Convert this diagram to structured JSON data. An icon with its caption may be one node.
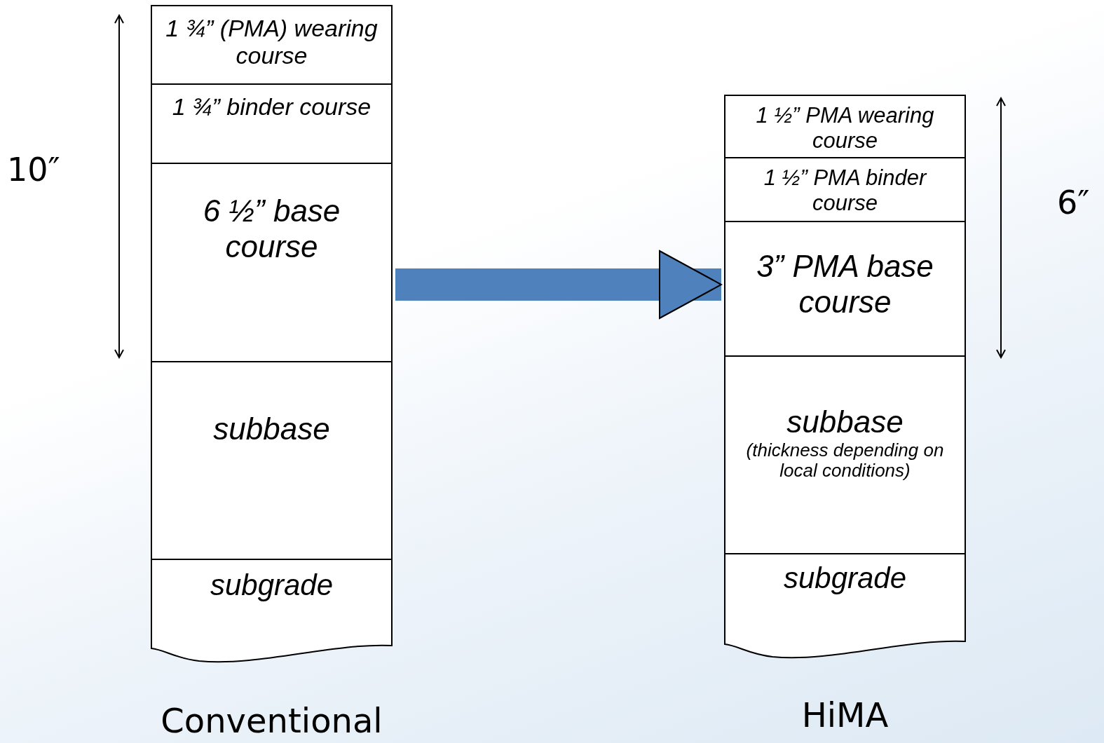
{
  "diagram": {
    "nodes": [
      {
        "text": [
          "Conventional"
        ]
      },
      {
        "text": [
          "1 ¾” (PMA) wearing course"
        ],
        "in": 0
      },
      {
        "text": [
          "1 ¾” binder course"
        ],
        "in": 0
      },
      {
        "text": [
          "6 ½” base course"
        ],
        "in": 0
      },
      {
        "text": [
          "subbase"
        ],
        "in": 0
      },
      {
        "text": [
          "subgrade"
        ],
        "in": 0
      },
      {
        "text": [
          "HiMA"
        ]
      },
      {
        "text": [
          "1 ½” PMA wearing course"
        ],
        "in": 6
      },
      {
        "text": [
          "1 ½” PMA binder course"
        ],
        "in": 6
      },
      {
        "text": [
          "3” PMA base course"
        ],
        "in": 6
      },
      {
        "text": [
          "subbase",
          "(thickness depending on local conditions)"
        ],
        "in": 6
      },
      {
        "text": [
          "subgrade"
        ],
        "in": 6
      }
    ],
    "edges": [
      {
        "from": 0,
        "to": 6,
        "arrow": "to"
      }
    ],
    "labels": [
      "10″",
      "6″"
    ]
  }
}
